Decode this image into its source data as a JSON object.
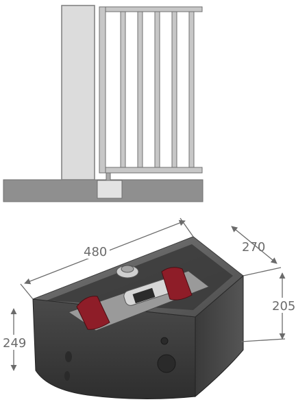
{
  "dimensions": {
    "length": "480",
    "width": "270",
    "height_total": "205",
    "height_box": "249"
  },
  "colors": {
    "post": "#d9d9d9",
    "gate_frame": "#c4c4c4",
    "ground": "#8f8f8f",
    "box_body": "#3c3c3c",
    "box_cover": "#5a5a5a",
    "motor_gear": "#8e1d28",
    "dim_line": "#6b6b6b"
  }
}
